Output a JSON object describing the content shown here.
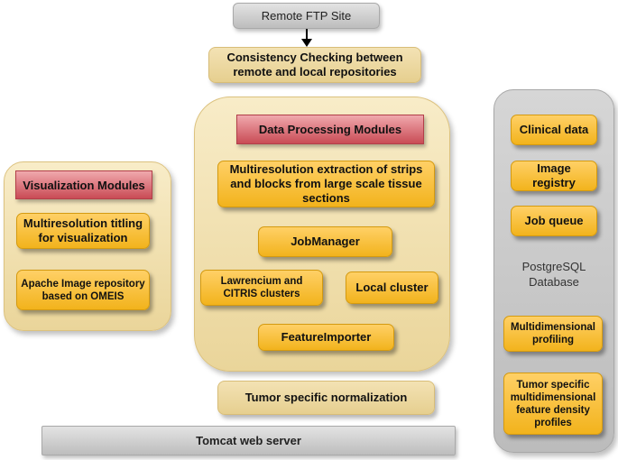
{
  "top": {
    "remote_ftp": "Remote FTP Site",
    "consistency": "Consistency Checking between remote and local repositories"
  },
  "visualization": {
    "header": "Visualization Modules",
    "items": [
      "Multiresolution titling for visualization",
      "Apache Image repository based on OMEIS"
    ]
  },
  "processing": {
    "header": "Data Processing Modules",
    "extraction": "Multiresolution extraction of strips and blocks from large scale tissue sections",
    "job_manager": "JobManager",
    "lawrencium": "Lawrencium and CITRIS clusters",
    "local_cluster": "Local cluster",
    "feature_importer": "FeatureImporter"
  },
  "normalization": "Tumor specific normalization",
  "tomcat": "Tomcat web server",
  "database": {
    "clinical": "Clinical data",
    "image_registry": "Image registry",
    "job_queue": "Job queue",
    "label": "PostgreSQL Database",
    "multidim": "Multidimensional profiling",
    "tumor_profiles": "Tumor specific multidimensional feature density profiles"
  }
}
